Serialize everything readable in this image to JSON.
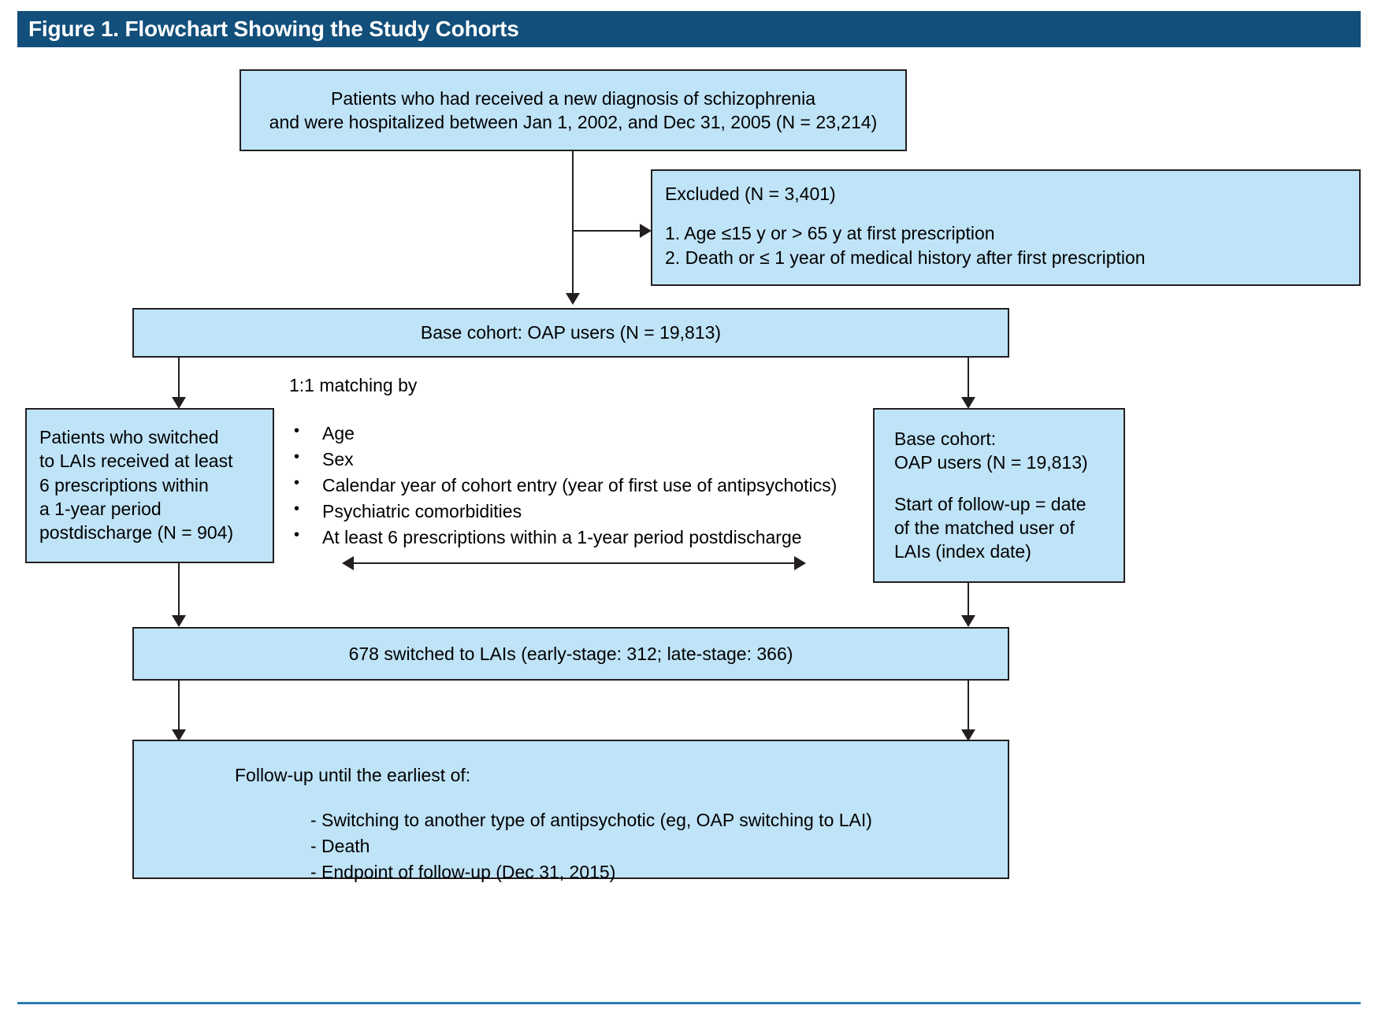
{
  "figure": {
    "title": "Figure 1. Flowchart Showing the Study Cohorts",
    "accent_color": "#124F7B",
    "box_fill_color": "#BFE3F7",
    "box_border_color": "#231F20",
    "rule_color": "#2E7EB5"
  },
  "boxes": {
    "source_cohort": {
      "line1": "Patients who had received a new diagnosis of schizophrenia",
      "line2": "and were hospitalized between Jan 1, 2002, and Dec 31, 2005 (N = 23,214)"
    },
    "excluded": {
      "heading": "Excluded (N = 3,401)",
      "item1": "1. Age ≤15 y or > 65 y at first prescription",
      "item2": "2. Death or ≤ 1 year of medical history after first prescription"
    },
    "base_cohort": {
      "label": "Base cohort: OAP users (N = 19,813)"
    },
    "lai_switchers": {
      "line1": "Patients who switched",
      "line2": "to LAIs received at least",
      "line3": "6 prescriptions within",
      "line4": "a 1-year period",
      "line5": "postdischarge (N = 904)"
    },
    "matched_base_cohort": {
      "line1": "Base cohort:",
      "line2": "OAP users (N = 19,813)",
      "line3": "Start of follow-up = date",
      "line4": "of the matched user of",
      "line5": "LAIs (index date)"
    },
    "switched_result": {
      "label": "678 switched to LAIs (early-stage: 312; late-stage: 366)"
    },
    "follow_up": {
      "heading": "Follow-up until the earliest of:",
      "item1": "- Switching to another type of antipsychotic (eg, OAP switching to LAI)",
      "item2": "- Death",
      "item3": "- Endpoint of follow-up (Dec 31, 2015)"
    }
  },
  "matching": {
    "heading": "1:1 matching by",
    "criteria": [
      "Age",
      "Sex",
      "Calendar year of cohort entry (year of first use of antipsychotics)",
      "Psychiatric comorbidities",
      "At least 6 prescriptions within a 1-year period postdischarge"
    ]
  }
}
